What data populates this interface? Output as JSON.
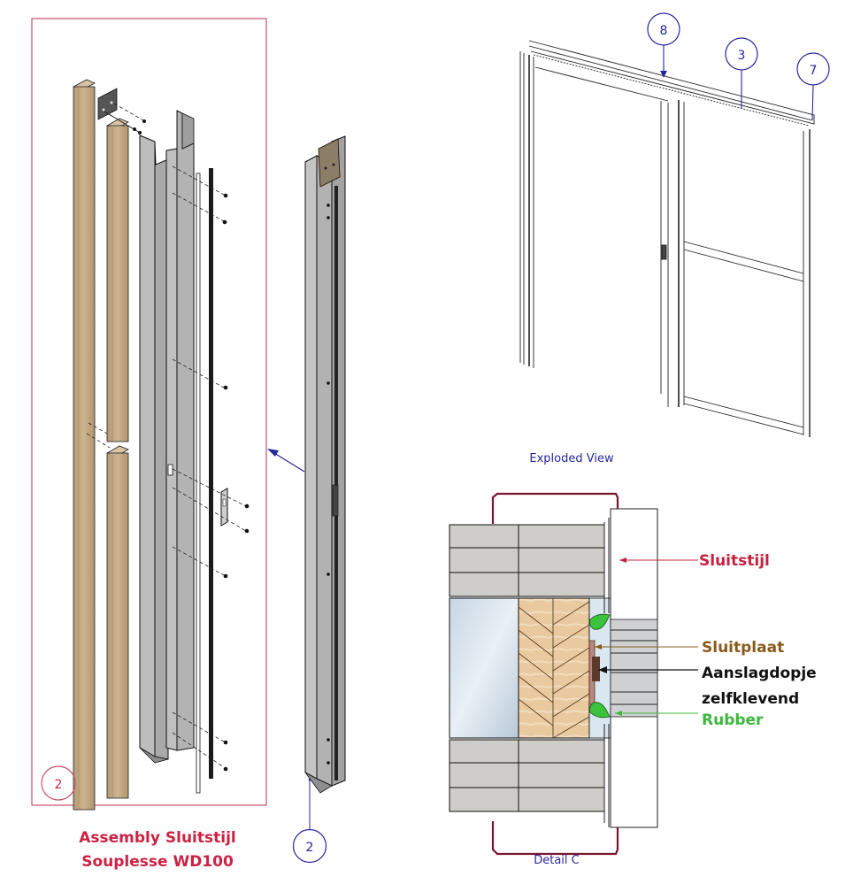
{
  "assembly_panel": {
    "balloon": "2",
    "title_line1": "Assembly Sluitstijl",
    "title_line2": "Souplesse WD100"
  },
  "assembled_part": {
    "balloon": "2"
  },
  "exploded_view": {
    "caption": "Exploded View",
    "balloons": [
      "8",
      "3",
      "7"
    ]
  },
  "detail_c": {
    "caption": "Detail C",
    "labels": {
      "sluitstijl": "Sluitstijl",
      "sluitplaat": "Sluitplaat",
      "aanslagdopje_line1": "Aanslagdopje",
      "aanslagdopje_line2": "zelfklevend",
      "rubber": "Rubber"
    }
  },
  "colors": {
    "frame_border": "#c8506a",
    "title_red": "#cc2244",
    "balloon_blue": "#27279a",
    "label_sluitstijl": "#c8203f",
    "label_sluitplaat": "#8a5a1a",
    "label_aanslag": "#111111",
    "label_rubber": "#3cb83c",
    "wood": "#c4ab88",
    "steel": "#b9b9b9"
  }
}
